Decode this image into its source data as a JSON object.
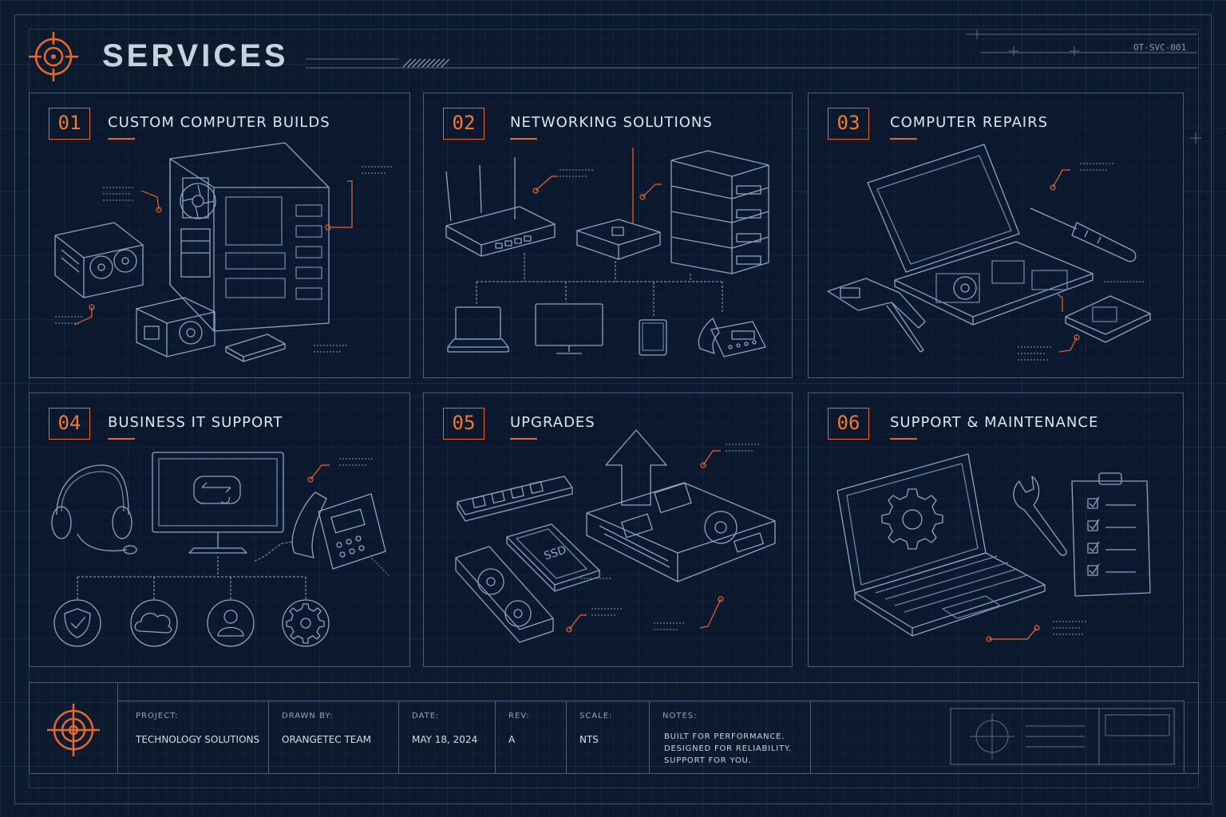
{
  "header": {
    "title": "SERVICES",
    "doc_code": "OT-SVC-001",
    "logo_icon": "crosshair-target-icon"
  },
  "colors": {
    "background": "#0d1a2e",
    "line": "#8da3c6",
    "accent": "#e8682a"
  },
  "services": [
    {
      "number": "01",
      "title": "CUSTOM COMPUTER BUILDS",
      "icons": [
        "pc-case-icon",
        "graphics-card-icon",
        "power-supply-icon",
        "ssd-icon"
      ]
    },
    {
      "number": "02",
      "title": "NETWORKING SOLUTIONS",
      "icons": [
        "router-icon",
        "network-switch-icon",
        "server-rack-icon",
        "laptop-icon",
        "monitor-icon",
        "tablet-icon",
        "desk-phone-icon"
      ]
    },
    {
      "number": "03",
      "title": "COMPUTER REPAIRS",
      "icons": [
        "open-laptop-icon",
        "screwdriver-icon",
        "multimeter-icon",
        "chip-icon"
      ]
    },
    {
      "number": "04",
      "title": "BUSINESS IT SUPPORT",
      "icons": [
        "headset-icon",
        "remote-monitor-icon",
        "desk-phone-icon",
        "shield-icon",
        "cloud-icon",
        "user-icon",
        "gear-icon"
      ]
    },
    {
      "number": "05",
      "title": "UPGRADES",
      "icons": [
        "up-arrow-icon",
        "ram-stick-icon",
        "ssd-icon",
        "graphics-card-icon",
        "motherboard-icon"
      ],
      "ssd_label": "SSD"
    },
    {
      "number": "06",
      "title": "SUPPORT & MAINTENANCE",
      "icons": [
        "settings-laptop-icon",
        "wrench-icon",
        "checklist-clipboard-icon"
      ]
    }
  ],
  "title_block": {
    "project": {
      "label": "PROJECT:",
      "value": "TECHNOLOGY SOLUTIONS"
    },
    "drawn_by": {
      "label": "DRAWN BY:",
      "value": "ORANGETEC TEAM"
    },
    "date": {
      "label": "DATE:",
      "value": "MAY 18, 2024"
    },
    "rev": {
      "label": "REV:",
      "value": "A"
    },
    "scale": {
      "label": "SCALE:",
      "value": "NTS"
    },
    "notes": {
      "label": "NOTES:",
      "lines": [
        "BUILT FOR PERFORMANCE.",
        "DESIGNED FOR RELIABILITY.",
        "SUPPORT FOR YOU."
      ]
    }
  }
}
